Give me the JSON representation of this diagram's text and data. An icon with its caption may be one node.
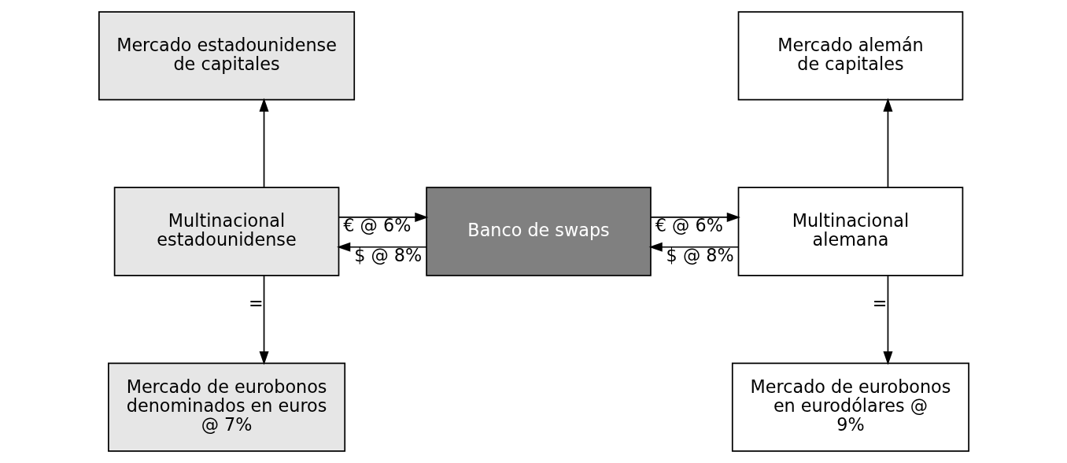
{
  "diagram": {
    "nodes": [
      {
        "text": [
          "Mercado estadounidense de capitales"
        ]
      },
      {
        "text": [
          "Mercado alemán de capitales"
        ]
      },
      {
        "text": [
          "Multinacional estadounidense"
        ]
      },
      {
        "text": [
          "Banco de swaps"
        ]
      },
      {
        "text": [
          "Multinacional alemana"
        ]
      },
      {
        "text": [
          "Mercado de eurobonos denominados en euros @ 7%"
        ]
      },
      {
        "text": [
          "Mercado de eurobonos en eurodólares @ 9%"
        ]
      }
    ],
    "edges": [
      {
        "from": 2,
        "to": 0,
        "arrow": "to"
      },
      {
        "from": 4,
        "to": 1,
        "arrow": "to"
      },
      {
        "from": 3,
        "to": 2,
        "arrow": "to",
        "label": "$ @ 8%"
      },
      {
        "from": 2,
        "to": 3,
        "arrow": "to",
        "label": "€ @ 6%"
      },
      {
        "from": 4,
        "to": 3,
        "arrow": "to",
        "label": "$ @ 8%"
      },
      {
        "from": 3,
        "to": 4,
        "arrow": "to",
        "label": "€ @ 6%"
      },
      {
        "from": 2,
        "to": 5,
        "arrow": "to",
        "label": "="
      },
      {
        "from": 4,
        "to": 6,
        "arrow": "to",
        "label": "="
      }
    ]
  }
}
